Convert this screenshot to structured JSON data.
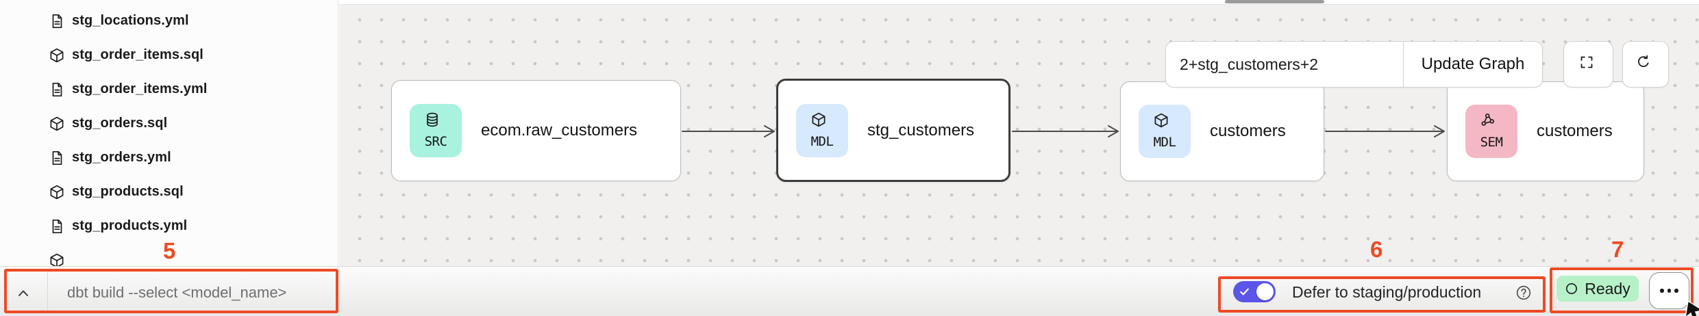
{
  "sidebar": {
    "files": [
      {
        "name": "stg_locations.yml",
        "icon": "file-icon"
      },
      {
        "name": "stg_order_items.sql",
        "icon": "cube-icon"
      },
      {
        "name": "stg_order_items.yml",
        "icon": "file-icon"
      },
      {
        "name": "stg_orders.sql",
        "icon": "cube-icon"
      },
      {
        "name": "stg_orders.yml",
        "icon": "file-icon"
      },
      {
        "name": "stg_products.sql",
        "icon": "cube-icon"
      },
      {
        "name": "stg_products.yml",
        "icon": "file-icon"
      },
      {
        "name": "",
        "icon": "cube-icon"
      }
    ]
  },
  "lineage": {
    "selector": {
      "value": "2+stg_customers+2",
      "update_label": "Update Graph"
    },
    "nodes": [
      {
        "type": "SRC",
        "label": "ecom.raw_customers",
        "icon": "database-icon",
        "badge_color": "#a9f2e0",
        "selected": false
      },
      {
        "type": "MDL",
        "label": "stg_customers",
        "icon": "cube-icon",
        "badge_color": "#d7e9fc",
        "selected": true
      },
      {
        "type": "MDL",
        "label": "customers",
        "icon": "cube-icon",
        "badge_color": "#d7e9fc",
        "selected": false
      },
      {
        "type": "SEM",
        "label": "customers",
        "icon": "semantic-icon",
        "badge_color": "#f4b8c4",
        "selected": false
      }
    ],
    "edges": [
      {
        "from": 0,
        "to": 1
      },
      {
        "from": 1,
        "to": 2
      },
      {
        "from": 2,
        "to": 3
      }
    ]
  },
  "command_bar": {
    "placeholder": "dbt build --select <model_name>",
    "collapse_icon": "chevron-up-icon"
  },
  "defer_toggle": {
    "label": "Defer to staging/production",
    "enabled": true,
    "help_icon": "help-circle-icon"
  },
  "status": {
    "label": "Ready",
    "icon": "circle-icon"
  },
  "toolbar_icons": {
    "fullscreen": "expand-icon",
    "refresh": "refresh-icon",
    "more": "ellipsis-icon"
  },
  "annotations": {
    "labels": [
      "5",
      "6",
      "7"
    ]
  },
  "colors": {
    "annotation_red": "#ee4a25",
    "toggle_purple": "#5b55e8",
    "ready_green": "#b7f1c8",
    "src_badge": "#a9f2e0",
    "mdl_badge": "#d7e9fc",
    "sem_badge": "#f4b8c4",
    "canvas_bg": "#f1f0ee"
  }
}
